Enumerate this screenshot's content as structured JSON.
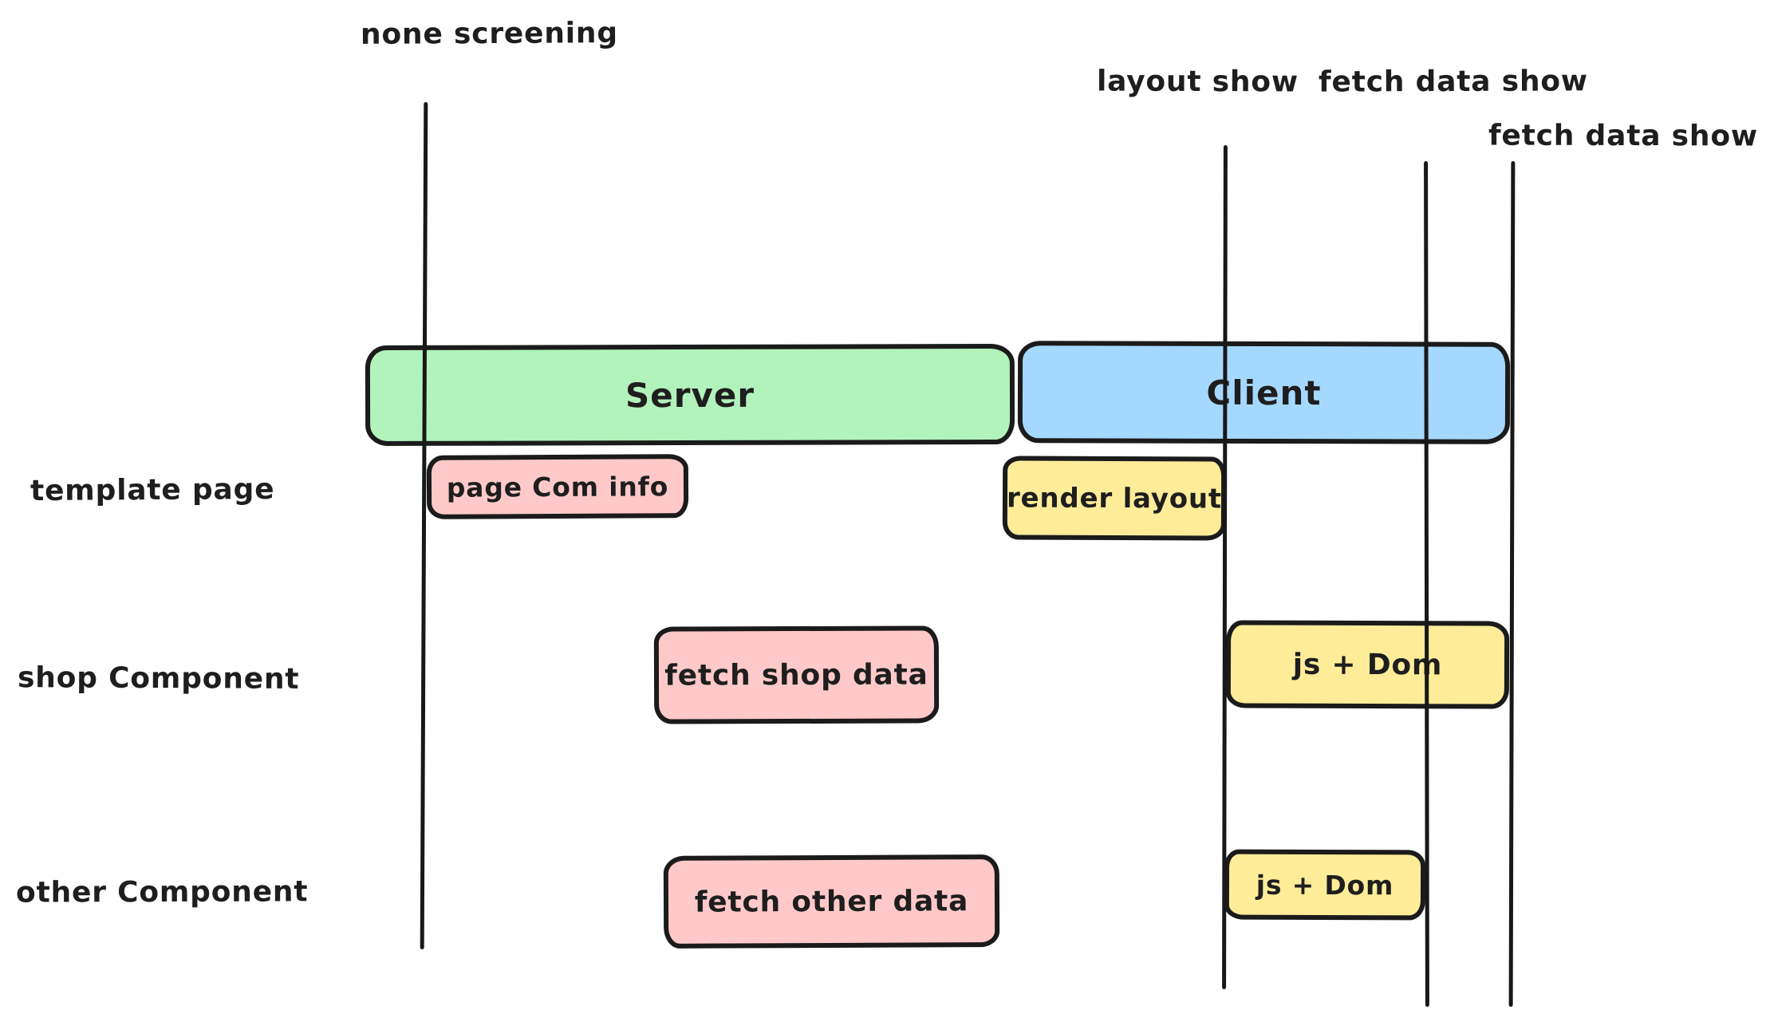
{
  "palette": {
    "background": "#ffffff",
    "stroke": "#1e1e1e",
    "server_fill": "#b2f2bb",
    "client_fill": "#a5d8ff",
    "server_task_fill": "#ffc9c9",
    "client_task_fill": "#ffec99"
  },
  "header_labels": {
    "none_screening": "none screening",
    "layout_show": "layout show",
    "fetch_data_show_1": "fetch data show",
    "fetch_data_show_2": "fetch data show"
  },
  "phases": {
    "server": {
      "label": "Server"
    },
    "client": {
      "label": "Client"
    }
  },
  "rows": [
    {
      "label": "template page",
      "tasks": [
        {
          "label": "page Com info"
        },
        {
          "label": "render layout"
        }
      ]
    },
    {
      "label": "shop Component",
      "tasks": [
        {
          "label": "fetch shop data"
        },
        {
          "label": "js + Dom"
        }
      ]
    },
    {
      "label": "other Component",
      "tasks": [
        {
          "label": "fetch other data"
        },
        {
          "label": "js + Dom"
        }
      ]
    }
  ]
}
